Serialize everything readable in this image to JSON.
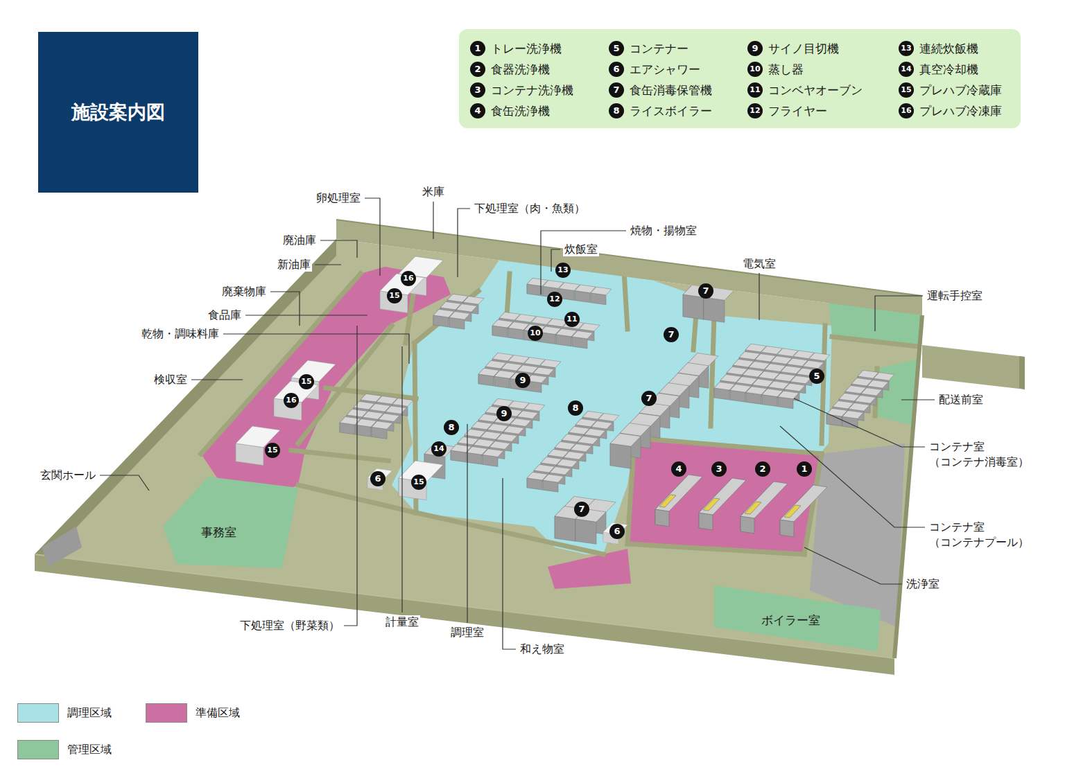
{
  "diagram": {
    "title": "施設案内図",
    "nodes": [
      {
        "text": [
          "1",
          "トレー洗浄機",
          "2",
          "食器洗浄機",
          "3",
          "コンテナ洗浄機",
          "4",
          "食缶洗浄機",
          "5",
          "コンテナー",
          "6",
          "エアシャワー",
          "7",
          "食缶消毒保管機",
          "8",
          "ライスボイラー",
          "9",
          "サイノ目切機",
          "10",
          "蒸し器",
          "11",
          "コンベヤオーブン",
          "12",
          "フライヤー",
          "13",
          "連続炊飯機",
          "14",
          "真空冷却機",
          "15",
          "プレハブ冷蔵庫",
          "16",
          "プレハブ冷凍庫"
        ]
      },
      {
        "text": [
          "事務室"
        ]
      },
      {
        "text": [
          "ボイラー室"
        ]
      }
    ],
    "labels": [
      "卵処理室",
      "米庫",
      "下処理室（肉・魚類）",
      "焼物・揚物室",
      "炊飯室",
      "廃油庫",
      "新油庫",
      "廃棄物庫",
      "食品庫",
      "乾物・調味料庫",
      "検収室",
      "玄関ホール",
      "下処理室（野菜類）",
      "計量室",
      "調理室",
      "和え物室",
      "電気室",
      "運転手控室",
      "配送前室",
      "コンテナ室 （コンテナ消毒室）",
      "コンテナ室 （コンテナプール）",
      "洗浄室",
      "16",
      "15",
      "13",
      "12",
      "11",
      "10",
      "7",
      "7",
      "7",
      "9",
      "9",
      "8",
      "8",
      "5",
      "15",
      "16",
      "15",
      "14",
      "6",
      "15",
      "4",
      "3",
      "2",
      "1",
      "7",
      "6"
    ],
    "legend": [
      {
        "text": "調理区域",
        "color": "#a8e2e6"
      },
      {
        "text": "準備区域",
        "color": "#cc6fa3"
      },
      {
        "text": "管理区域",
        "color": "#8ec79b"
      }
    ]
  }
}
